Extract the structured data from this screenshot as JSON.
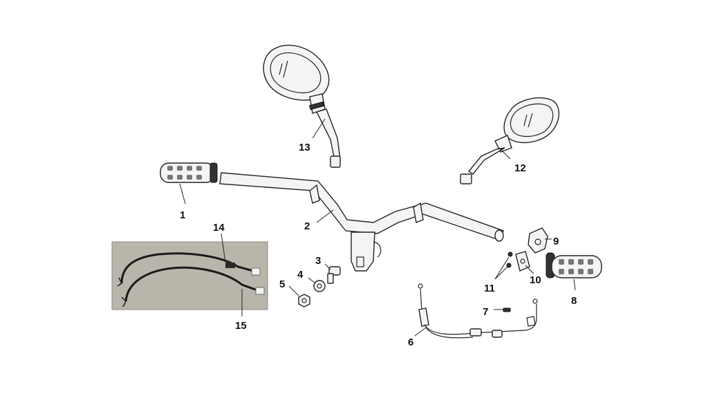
{
  "callouts": {
    "c1": "1",
    "c2": "2",
    "c3": "3",
    "c4": "4",
    "c5": "5",
    "c6": "6",
    "c7": "7",
    "c8": "8",
    "c9": "9",
    "c10": "10",
    "c11": "11",
    "c12": "12",
    "c13": "13",
    "c14": "14",
    "c15": "15"
  },
  "colors": {
    "photo_background": "#b9b5aa",
    "cable": "#1a1a1a",
    "line": "#222222"
  }
}
